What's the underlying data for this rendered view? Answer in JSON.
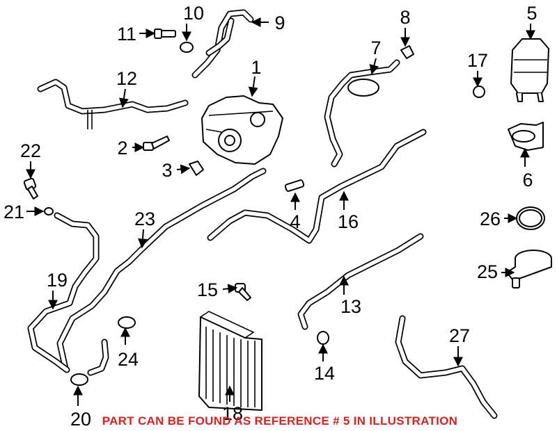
{
  "callouts": {
    "c1": "1",
    "c2": "2",
    "c3": "3",
    "c4": "4",
    "c5": "5",
    "c6": "6",
    "c7": "7",
    "c8": "8",
    "c9": "9",
    "c10": "10",
    "c11": "11",
    "c12": "12",
    "c13": "13",
    "c14": "14",
    "c15": "15",
    "c16": "16",
    "c17": "17",
    "c18": "18",
    "c19": "19",
    "c20": "20",
    "c21": "21",
    "c22": "22",
    "c23": "23",
    "c24": "24",
    "c25": "25",
    "c26": "26",
    "c27": "27"
  },
  "note": "PART CAN BE FOUND AS REFERENCE # 5 IN ILLUSTRATION",
  "colors": {
    "note": "#e0201a",
    "line_art": "#000000",
    "background": "#ffffff"
  }
}
